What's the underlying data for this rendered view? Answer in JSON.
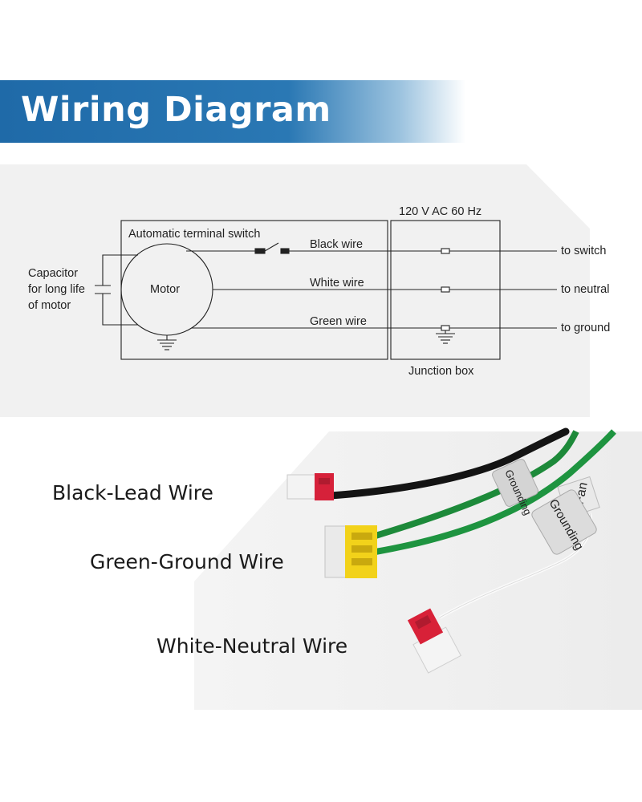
{
  "header": {
    "title": "Wiring Diagram",
    "accent_color": "#2a78b4"
  },
  "diagram": {
    "capacitor_label": [
      "Capacitor",
      "for long life",
      "of motor"
    ],
    "switch_label": "Automatic terminal switch",
    "motor_label": "Motor",
    "wires": [
      {
        "label": "Black wire",
        "destination": "to switch"
      },
      {
        "label": "White wire",
        "destination": "to neutral"
      },
      {
        "label": "Green wire",
        "destination": "to ground"
      }
    ],
    "supply_label": "120 V AC 60 Hz",
    "junction_box_label": "Junction box"
  },
  "photo": {
    "labels": {
      "black": "Black-Lead Wire",
      "green": "Green-Ground Wire",
      "white": "White-Neutral Wire"
    },
    "tag_texts": [
      "Fan",
      "Grounding",
      "Grounding"
    ]
  }
}
